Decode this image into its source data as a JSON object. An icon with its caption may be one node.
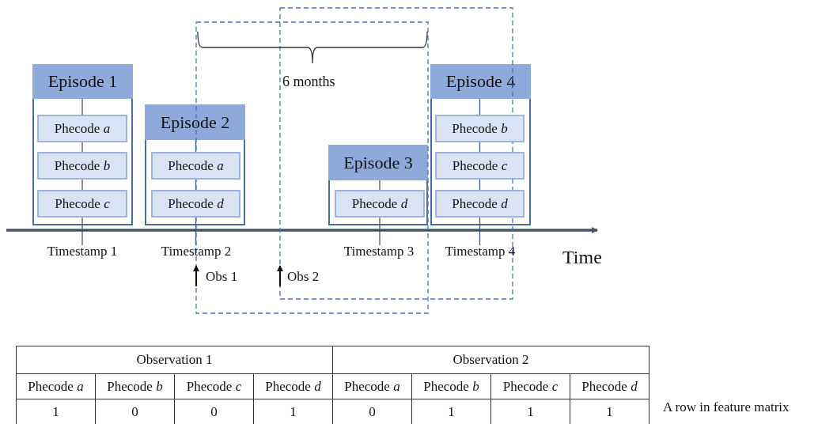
{
  "diagram": {
    "nodes": [
      {
        "text": [
          "Episode 1"
        ]
      },
      {
        "text": [
          "Phecode *a*"
        ],
        "in": 0
      },
      {
        "text": [
          "Phecode *b*"
        ],
        "in": 0
      },
      {
        "text": [
          "Phecode *c*"
        ],
        "in": 0
      },
      {
        "text": [
          "Timestamp 1"
        ]
      },
      {
        "text": [
          "Episode 2"
        ]
      },
      {
        "text": [
          "Phecode *a*"
        ],
        "in": 5
      },
      {
        "text": [
          "Phecode *d*"
        ],
        "in": 5
      },
      {
        "text": [
          "Timestamp 2"
        ]
      },
      {
        "text": [
          "Episode 3"
        ]
      },
      {
        "text": [
          "Phecode *d*"
        ],
        "in": 9
      },
      {
        "text": [
          "Timestamp 3"
        ]
      },
      {
        "text": [
          "Episode 4"
        ]
      },
      {
        "text": [
          "Phecode *b*"
        ],
        "in": 12
      },
      {
        "text": [
          "Phecode *c*"
        ],
        "in": 12
      },
      {
        "text": [
          "Phecode *d*"
        ],
        "in": 12
      },
      {
        "text": [
          "Timestamp 4"
        ]
      }
    ],
    "edges": [
      {
        "from": 1,
        "to": 2,
        "arrow": "none"
      },
      {
        "from": 2,
        "to": 3,
        "arrow": "none"
      },
      {
        "from": 3,
        "to": 4,
        "arrow": "none"
      },
      {
        "from": 6,
        "to": 7,
        "arrow": "none"
      },
      {
        "from": 7,
        "to": 8,
        "arrow": "none"
      },
      {
        "from": 10,
        "to": 11,
        "arrow": "none"
      },
      {
        "from": 13,
        "to": 14,
        "arrow": "none"
      },
      {
        "from": 14,
        "to": 15,
        "arrow": "none"
      },
      {
        "from": 15,
        "to": 16,
        "arrow": "none"
      }
    ],
    "labels": [
      "6 months",
      "Time",
      "Obs 1",
      "Obs 2",
      "Observation 1",
      "Observation 2",
      "Phecode *a*",
      "Phecode *b*",
      "Phecode *c*",
      "Phecode *d*",
      "Phecode *a*",
      "Phecode *b*",
      "Phecode *c*",
      "Phecode *d*",
      "1",
      "0",
      "0",
      "1",
      "0",
      "1",
      "1",
      "1",
      "A row in feature matrix"
    ]
  }
}
